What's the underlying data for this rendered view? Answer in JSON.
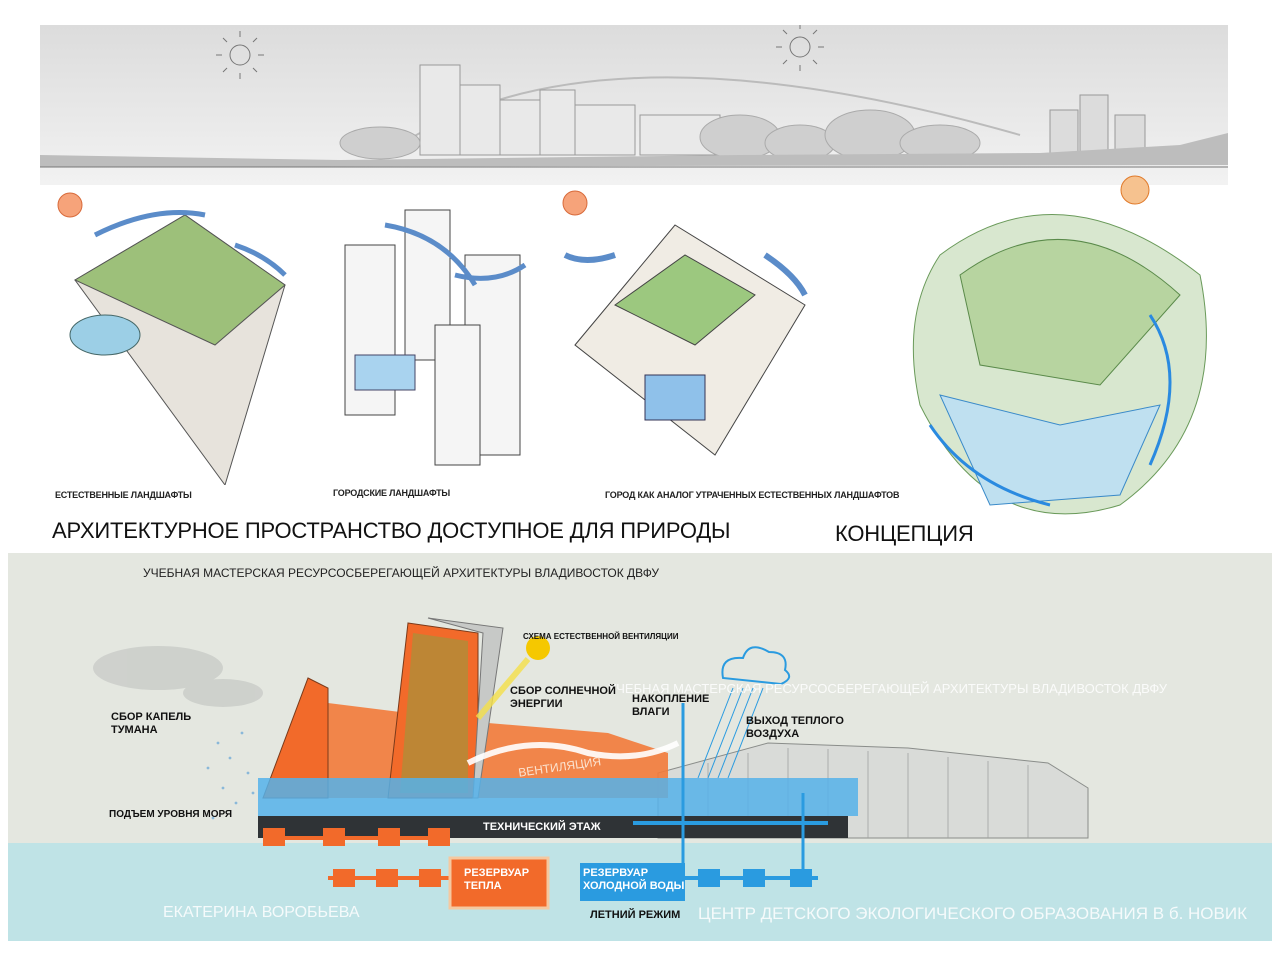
{
  "sketches": {
    "natural_caption": "ЕСТЕСТВЕННЫЕ ЛАНДШАФТЫ",
    "urban_caption": "ГОРОДСКИЕ ЛАНДШАФТЫ",
    "city_caption": "ГОРОД  КАК АНАЛОГ УТРАЧЕННЫХ ЕСТЕСТВЕННЫХ ЛАНДШАФТОВ"
  },
  "headings": {
    "architectural_space": "АРХИТЕКТУРНОЕ ПРОСТРАНСТВО  ДОСТУПНОЕ ДЛЯ ПРИРОДЫ",
    "concept": "КОНЦЕПЦИЯ"
  },
  "section": {
    "workshop_title": "УЧЕБНАЯ МАСТЕРСКАЯ РЕСУРСОСБЕРЕГАЮЩЕЙ АРХИТЕКТУРЫ  ВЛАДИВОСТОК  ДВФУ",
    "workshop_title_overlay": "УЧЕБНАЯ МАСТЕРСКАЯ РЕСУРСОСБЕРЕГАЮЩЕЙ АРХИТЕКТУРЫ  ВЛАДИВОСТОК  ДВФУ",
    "ventilation_scheme": "СХЕМА ЕСТЕСТВЕННОЙ ВЕНТИЛЯЦИИ",
    "solar_collection": "СБОР СОЛНЕЧНОЙ\nЭНЕРГИИ",
    "moisture_accumulation": "НАКОПЛЕНИЕ\nВЛАГИ",
    "warm_air_exit": "ВЫХОД ТЕПЛОГО\nВОЗДУХА",
    "fog_collection": "СБОР КАПЕЛЬ\nТУМАНА",
    "sea_level_rise": "ПОДЪЕМ УРОВНЯ МОРЯ",
    "ventilation": "ВЕНТИЛЯЦИЯ",
    "technical_floor": "ТЕХНИЧЕСКИЙ ЭТАЖ",
    "heat_reservoir": "РЕЗЕРВУАР\nТЕПЛА",
    "cold_water_reservoir": "РЕЗЕРВУАР\nХОЛОДНОЙ ВОДЫ",
    "summer_mode": "ЛЕТНИЙ РЕЖИМ",
    "author": "ЕКАТЕРИНА ВОРОБЬЕВА",
    "project_title": "ЦЕНТР ДЕТСКОГО ЭКОЛОГИЧЕСКОГО ОБРАЗОВАНИЯ  В б. НОВИК"
  },
  "colors": {
    "heat": "#f26a2a",
    "cold": "#2a9be0",
    "sun": "#f5c800",
    "panel": "#e4e7e0",
    "water": "#bfe3e6"
  }
}
